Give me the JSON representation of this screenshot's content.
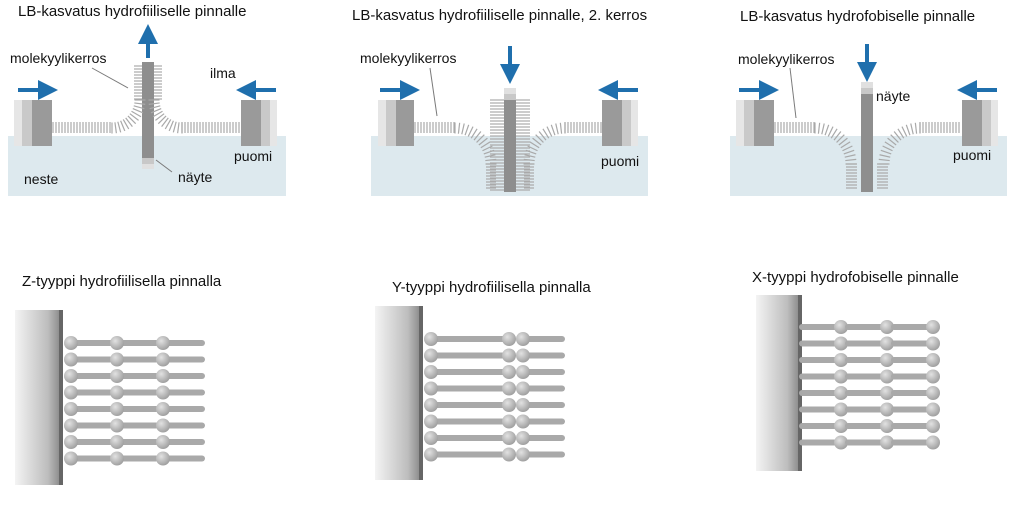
{
  "colors": {
    "liquid": "#dde9ee",
    "arrow": "#1f6fad",
    "molecule": "#a9a9a9",
    "substrate": "#8a8a8a",
    "barrier": "#9a9a9a"
  },
  "panels": [
    {
      "title": "LB-kasvatus hydrofiiliselle pinnalle",
      "labels": {
        "film": "molekyylikerros",
        "air": "ilma",
        "barrier": "puomi",
        "liquid": "neste",
        "sample": "näyte"
      },
      "sample_direction": "up"
    },
    {
      "title": "LB-kasvatus hydrofiiliselle pinnalle, 2. kerros",
      "labels": {
        "film": "molekyylikerros",
        "barrier": "puomi"
      },
      "sample_direction": "down"
    },
    {
      "title": "LB-kasvatus hydrofobiselle pinnalle",
      "labels": {
        "film": "molekyylikerros",
        "sample": "näyte",
        "barrier": "puomi"
      },
      "sample_direction": "down"
    }
  ],
  "deposition_types": [
    {
      "title": "Z-tyyppi hydrofiilisella pinnalla",
      "layers": 3,
      "rows": 8,
      "head_position": "left"
    },
    {
      "title": "Y-tyyppi hydrofiilisella pinnalla",
      "layers": 3,
      "rows": 8,
      "head_position": "pairs"
    },
    {
      "title": "X-tyyppi hydrofobiselle pinnalle",
      "layers": 3,
      "rows": 8,
      "head_position": "right"
    }
  ]
}
